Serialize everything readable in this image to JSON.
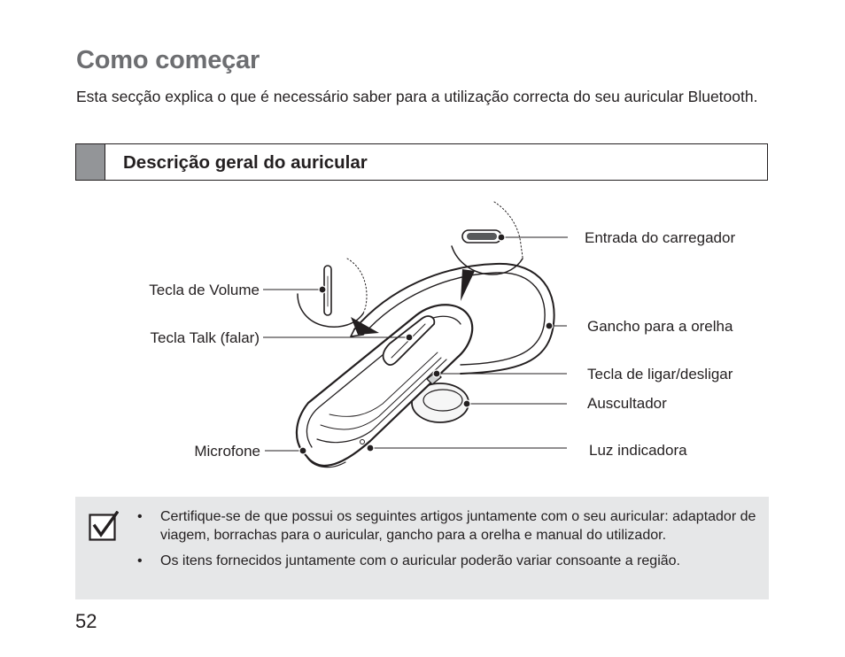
{
  "page": {
    "title": "Como começar",
    "intro": "Esta secção explica o que é necessário saber para a utilização correcta do seu auricular Bluetooth.",
    "section_heading": "Descrição geral do auricular",
    "page_number": "52"
  },
  "diagram": {
    "labels": {
      "charger": "Entrada do carregador",
      "volume": "Tecla de Volume",
      "talk": "Tecla Talk (falar)",
      "ear_hook": "Gancho para a orelha",
      "power": "Tecla de ligar/desligar",
      "speaker": "Auscultador",
      "microphone": "Microfone",
      "indicator": "Luz indicadora"
    }
  },
  "note": {
    "bullet": "•",
    "items": [
      "Certifique-se de que possui os seguintes artigos juntamente com o seu auricular: adaptador de viagem, borrachas para o auricular, gancho para a orelha e manual do utilizador.",
      "Os itens fornecidos juntamente com o auricular poderão variar consoante a região."
    ]
  }
}
